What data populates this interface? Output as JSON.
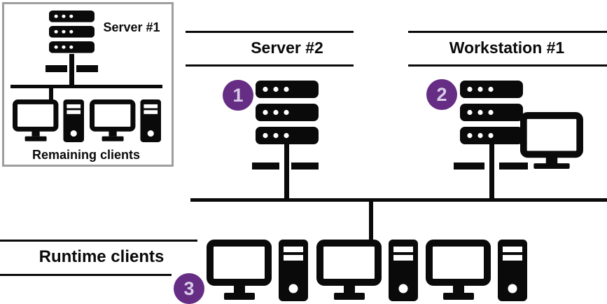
{
  "panels": {
    "server1_box": {
      "title": "Server #1",
      "caption": "Remaining clients"
    },
    "server2": {
      "title": "Server #2",
      "badge": "1"
    },
    "workstation1": {
      "title": "Workstation #1",
      "badge": "2"
    },
    "runtime_clients": {
      "title": "Runtime clients",
      "badge": "3"
    }
  },
  "icons": {
    "server_stack": "server-stack-icon",
    "desktop_client": "desktop-client-icon",
    "monitor": "monitor-icon",
    "network_bus": "network-bus-line",
    "dash_segment": "dash-connector-segment"
  },
  "colors": {
    "icon": "#0a0a0a",
    "badge_background": "#662d84",
    "badge_number": "#d9cde8",
    "box_border": "#9e9e9e",
    "background": "#ffffff"
  }
}
